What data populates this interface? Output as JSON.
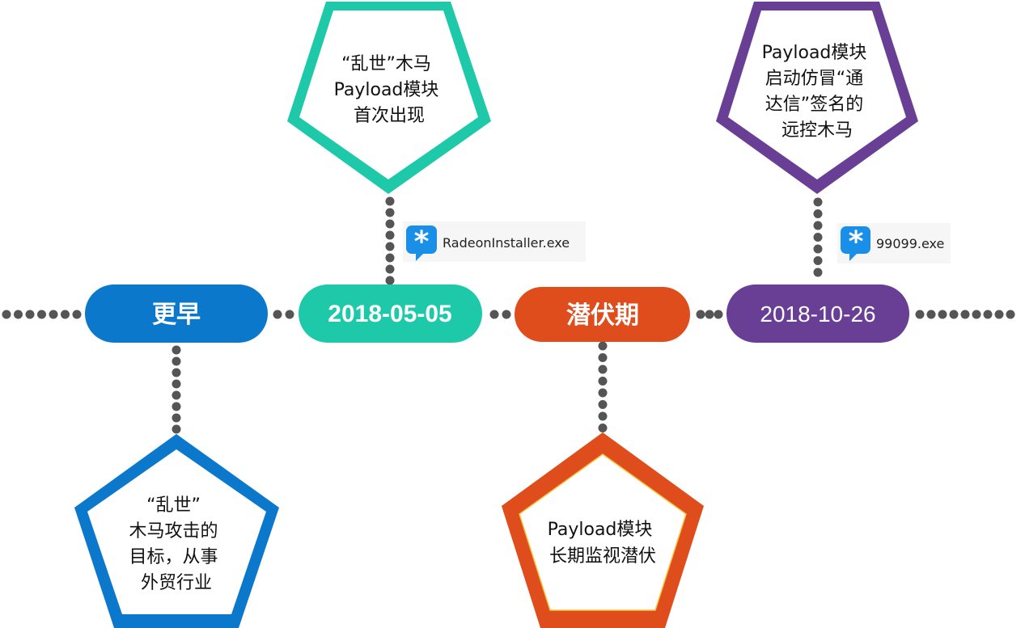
{
  "timeline": {
    "nodes": [
      {
        "label": "更早",
        "color": "#0b78cc"
      },
      {
        "label": "2018-05-05",
        "color": "#1ec9aa"
      },
      {
        "label": "潜伏期",
        "color": "#e04d1c"
      },
      {
        "label": "2018-10-26",
        "color": "#683f94"
      }
    ]
  },
  "callouts": {
    "earlier": {
      "lines": [
        "“乱世”",
        "木马攻击的",
        "目标，从事",
        "外贸行业"
      ],
      "color": "#0b78cc"
    },
    "first_seen": {
      "lines": [
        "“乱世”木马",
        "Payload模块",
        "首次出现"
      ],
      "color": "#1ec9aa"
    },
    "latent": {
      "lines": [
        "Payload模块",
        "长期监视潜伏"
      ],
      "color": "#e04d1c"
    },
    "launch": {
      "lines": [
        "Payload模块",
        "启动仿冒“通",
        "达信”签名的",
        "远控木马"
      ],
      "color": "#683f94"
    }
  },
  "files": {
    "radeon": {
      "label": "RadeonInstaller.exe",
      "icon": "tdx-star-icon"
    },
    "tdx": {
      "label": "99099.exe",
      "icon": "tdx-star-icon"
    }
  },
  "colors": {
    "dots": "#555555",
    "icon_blue": "#1a8fe8"
  }
}
